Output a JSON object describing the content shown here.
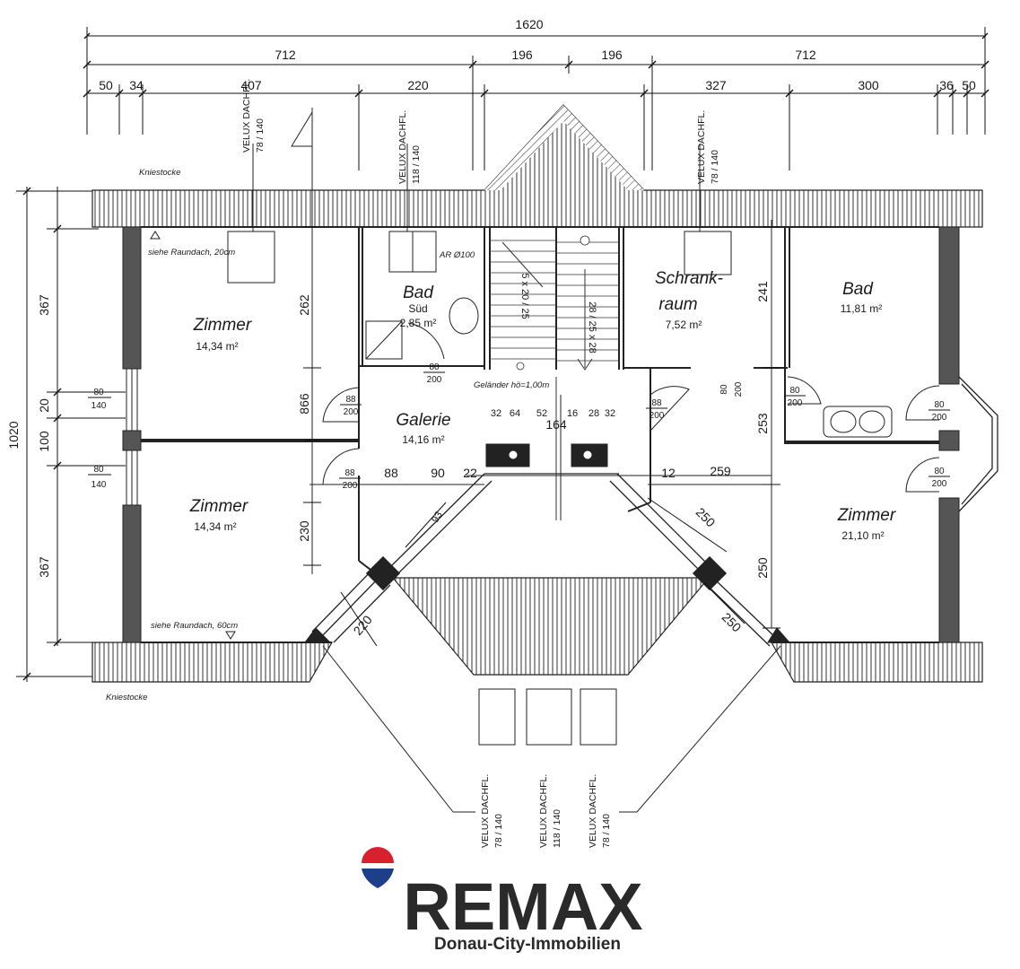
{
  "dimensions": {
    "top_total": "1620",
    "top_row2": [
      "712",
      "196",
      "196",
      "712"
    ],
    "top_row3": [
      "50",
      "34",
      "407",
      "220",
      "327",
      "300",
      "36",
      "50"
    ],
    "left_total": "1020",
    "left_parts": [
      "367",
      "20",
      "100",
      "367"
    ],
    "inner": {
      "d262": "262",
      "d866": "866",
      "d230": "230",
      "d241": "241",
      "d253": "253",
      "d250_vert": "250",
      "d88": "88",
      "d90": "90",
      "d22": "22",
      "d12": "12",
      "d259": "259",
      "d250_diag_a": "250",
      "d250_diag_b": "250",
      "d220_diag": "220",
      "d93": "93",
      "d164": "164",
      "d64": "64",
      "d32a": "32",
      "d52": "52",
      "d16": "16",
      "d28": "28",
      "d32b": "32"
    }
  },
  "rooms": [
    {
      "key": "zimmer1",
      "name": "Zimmer",
      "area": "14,34 m²"
    },
    {
      "key": "zimmer2",
      "name": "Zimmer",
      "area": "14,34 m²"
    },
    {
      "key": "bad_sued",
      "name": "Bad",
      "sub": "Süd",
      "area": "2,85 m²"
    },
    {
      "key": "galerie",
      "name": "Galerie",
      "area": "14,16 m²"
    },
    {
      "key": "schrankraum",
      "name_line1": "Schrank-",
      "name_line2": "raum",
      "area": "7,52 m²"
    },
    {
      "key": "bad",
      "name": "Bad",
      "area": "11,81 m²"
    },
    {
      "key": "zimmer3",
      "name": "Zimmer",
      "area": "21,10 m²"
    }
  ],
  "notes": {
    "kniestocke_top": "Kniestocke",
    "kniestocke_bottom": "Kniestocke",
    "raundach_20": "siehe Raundach, 20cm",
    "raundach_60": "siehe Raundach, 60cm",
    "ar": "AR Ø100",
    "gelaender": "Geländer hö=1,00m",
    "stair_left": "5 x 20 / 25",
    "stair_right": "28 / 25 x 28"
  },
  "windows": {
    "left": [
      "80",
      "140",
      "80",
      "140"
    ],
    "right": [
      "80",
      "200",
      "80",
      "200"
    ],
    "bad_right": [
      "80",
      "200"
    ]
  },
  "doors": {
    "bad_sued": [
      "80",
      "200"
    ],
    "galerie_top": [
      "88",
      "200"
    ],
    "galerie_bottom": [
      "88",
      "200"
    ],
    "schrank": [
      "88",
      "200"
    ],
    "schrank_inner": [
      "80",
      "200"
    ]
  },
  "velux": {
    "v1": [
      "VELUX DACHFL.",
      "78 / 140"
    ],
    "v2": [
      "VELUX DACHFL.",
      "118 / 140"
    ],
    "v3": [
      "VELUX DACHFL.",
      "78 / 140"
    ],
    "b1": [
      "VELUX DACHFL.",
      "78 / 140"
    ],
    "b2": [
      "VELUX DACHFL.",
      "118 / 140"
    ],
    "b3": [
      "VELUX DACHFL.",
      "78 / 140"
    ]
  },
  "brand": {
    "name": "REMAX",
    "tagline": "Donau-City-Immobilien",
    "colors": {
      "red": "#d9202f",
      "blue": "#1d3f8a",
      "dark": "#2a2a2a"
    }
  }
}
